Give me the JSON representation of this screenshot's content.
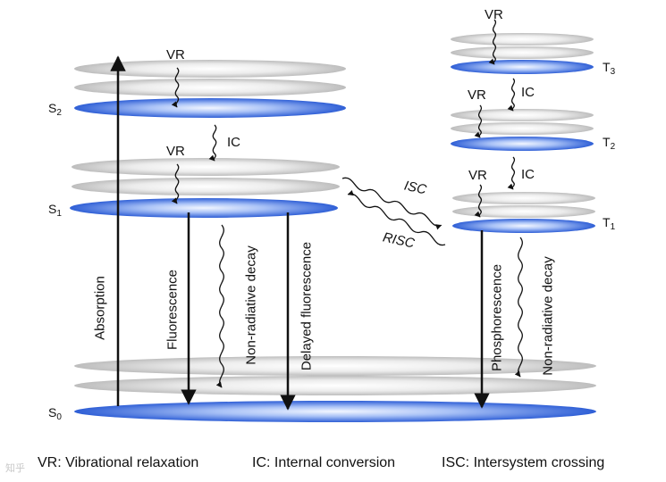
{
  "states": {
    "s2": {
      "base": "S",
      "sub": "2"
    },
    "s1": {
      "base": "S",
      "sub": "1"
    },
    "s0": {
      "base": "S",
      "sub": "0"
    },
    "t3": {
      "base": "T",
      "sub": "3"
    },
    "t2": {
      "base": "T",
      "sub": "2"
    },
    "t1": {
      "base": "T",
      "sub": "1"
    }
  },
  "transitions": {
    "vr": "VR",
    "ic": "IC",
    "isc": "ISC",
    "risc": "RISC",
    "absorption": "Absorption",
    "fluorescence": "Fluorescence",
    "nonrad_singlet": "Non-radiative decay",
    "delayed_fluorescence": "Delayed fluorescence",
    "phosphorescence": "Phosphorescence",
    "nonrad_triplet": "Non-radiative decay"
  },
  "legend": {
    "vr": "VR: Vibrational relaxation",
    "ic": "IC: Internal conversion",
    "isc": "ISC: Intersystem crossing"
  },
  "watermark": "知乎",
  "colors": {
    "level_blue_dark": "#3f6fe0",
    "level_blue_light": "#c9dafc",
    "level_grey": "#dcdcdc",
    "arrow": "#111111"
  }
}
